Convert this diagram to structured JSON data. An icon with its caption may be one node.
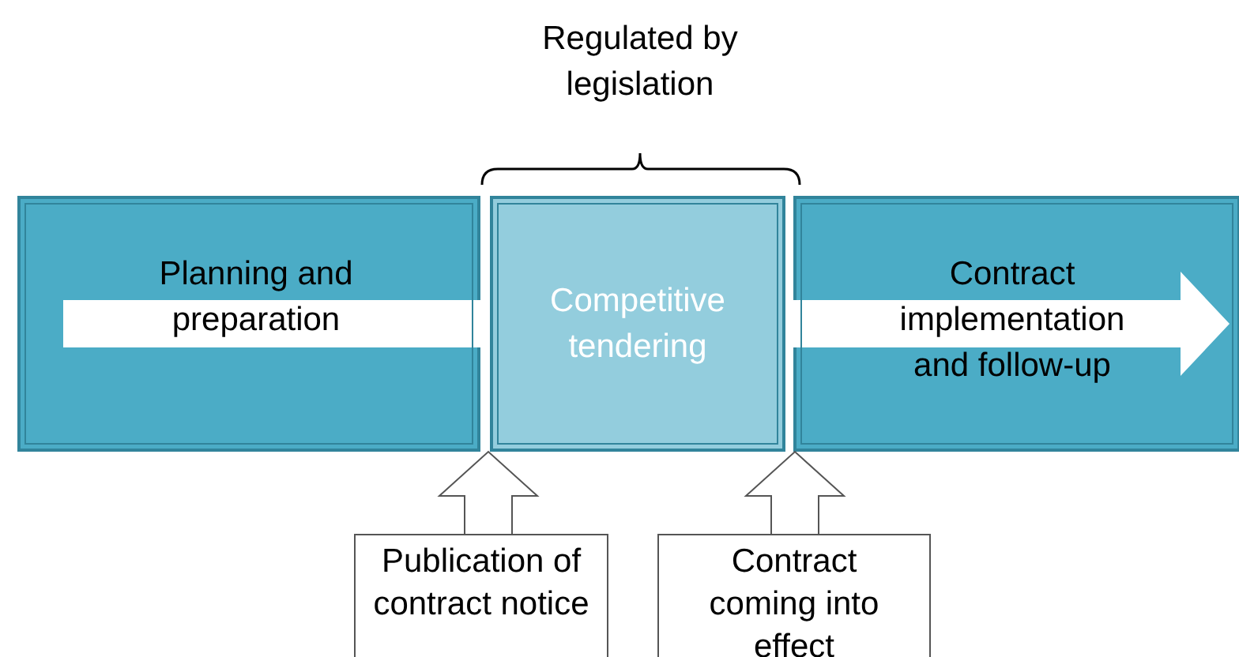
{
  "diagram": {
    "nodes": [
      {
        "text": [
          "Planning and preparation"
        ]
      },
      {
        "text": [
          "Competitive tendering"
        ]
      },
      {
        "text": [
          "Contract implementation and follow-up"
        ]
      },
      {
        "text": [
          "Publication of contract notice"
        ]
      },
      {
        "text": [
          "Contract coming into effect"
        ]
      }
    ],
    "edges": [
      {
        "from": 3,
        "to": 1,
        "arrow": "to"
      },
      {
        "from": 4,
        "to": 1,
        "arrow": "to"
      }
    ],
    "labels": [
      "Regulated by legislation"
    ]
  }
}
